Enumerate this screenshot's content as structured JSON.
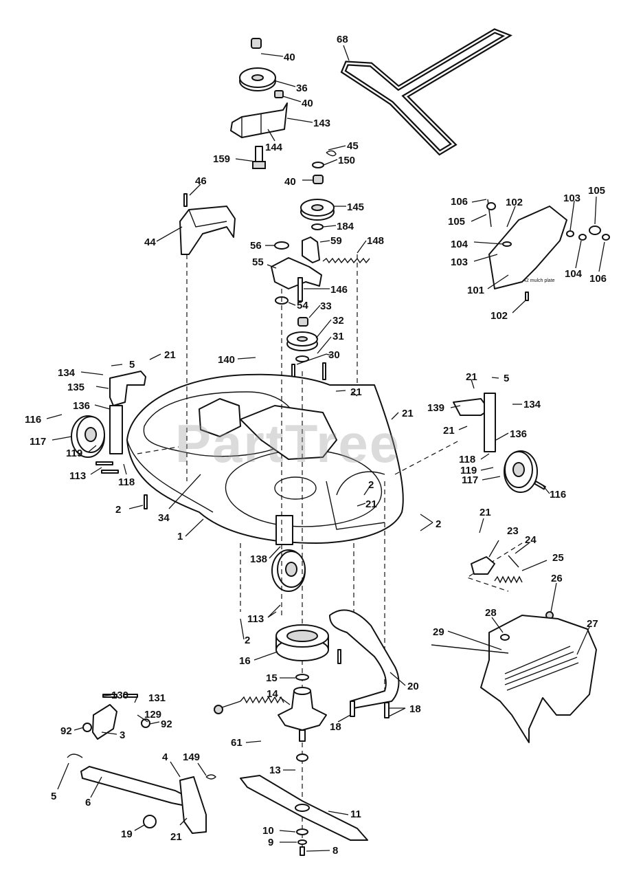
{
  "watermark": "PartTree",
  "callouts": {
    "c40a": "40",
    "c36": "36",
    "c40b": "40",
    "c143": "143",
    "c144": "144",
    "c159": "159",
    "c68": "68",
    "c45": "45",
    "c150": "150",
    "c40c": "40",
    "c46": "46",
    "c145": "145",
    "c184": "184",
    "c44": "44",
    "c56": "56",
    "c59": "59",
    "c148": "148",
    "c55": "55",
    "c146": "146",
    "c54": "54",
    "c33": "33",
    "c32": "32",
    "c31": "31",
    "c30": "30",
    "c140": "140",
    "c21a": "21",
    "c5a": "5",
    "c134a": "134",
    "c135": "135",
    "c136a": "136",
    "c116a": "116",
    "c117a": "117",
    "c119a": "119",
    "c113a": "113",
    "c118a": "118",
    "c2a": "2",
    "c34": "34",
    "c1": "1",
    "c21b": "21",
    "c21c": "21",
    "c21d": "21",
    "c5b": "5",
    "c139": "139",
    "c134b": "134",
    "c21e": "21",
    "c136b": "136",
    "c118b": "118",
    "c119b": "119",
    "c117b": "117",
    "c116b": "116",
    "c2b": "2",
    "c21f": "21",
    "c2c": "2",
    "c138": "138",
    "c113b": "113",
    "c2d": "2",
    "c16": "16",
    "c15": "15",
    "c14": "14",
    "c20": "20",
    "c18a": "18",
    "c18b": "18",
    "c13": "13",
    "c11": "11",
    "c10": "10",
    "c9": "9",
    "c8": "8",
    "c61": "61",
    "c149": "149",
    "c4": "4",
    "c21g": "21",
    "c130": "130",
    "c131": "131",
    "c129": "129",
    "c92a": "92",
    "c92b": "92",
    "c3": "3",
    "c5c": "5",
    "c6": "6",
    "c19": "19",
    "c21h": "21",
    "c23": "23",
    "c24": "24",
    "c25": "25",
    "c26": "26",
    "c27": "27",
    "c28": "28",
    "c29": "29",
    "c106a": "106",
    "c105a": "105",
    "c102a": "102",
    "c104a": "104",
    "c103a": "103",
    "c101": "101",
    "c102b": "102",
    "c103b": "103",
    "c105b": "105",
    "c104b": "104",
    "c106b": "106"
  }
}
